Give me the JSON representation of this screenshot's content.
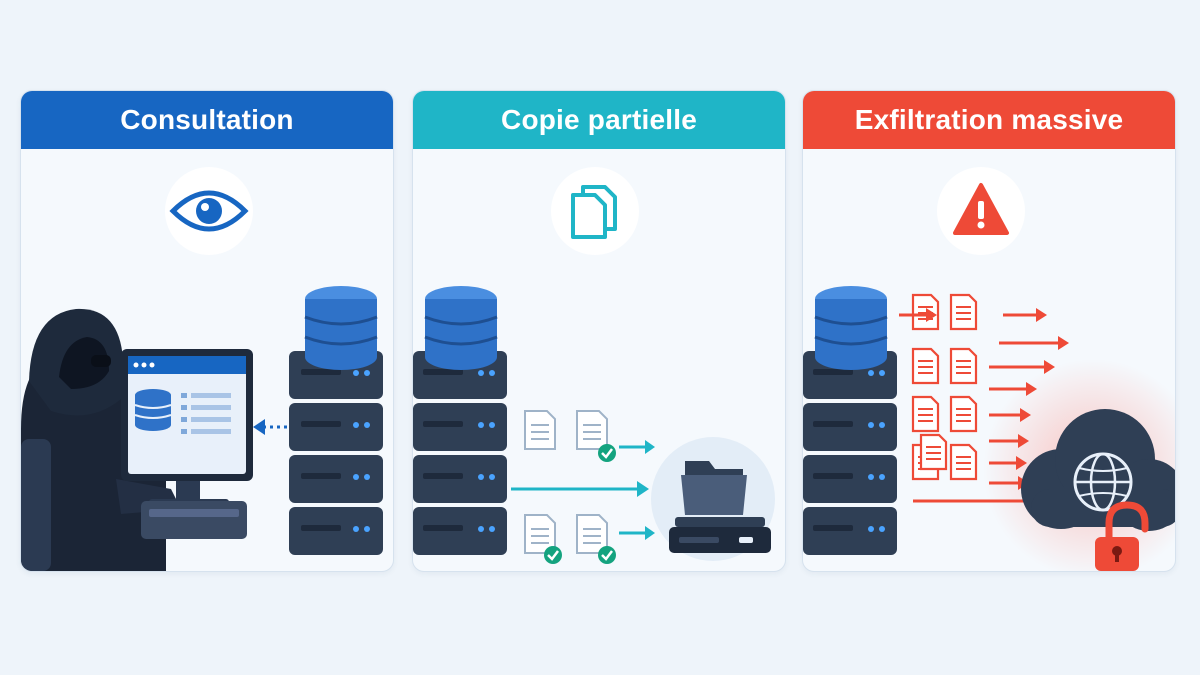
{
  "panels": [
    {
      "title": "Consultation",
      "icon": "eye-icon",
      "color": "#1766c2"
    },
    {
      "title": "Copie partielle",
      "icon": "copy-documents-icon",
      "color": "#1fb5c7"
    },
    {
      "title": "Exfiltration massive",
      "icon": "warning-icon",
      "color": "#ee4a37"
    }
  ],
  "colors": {
    "background": "#eef4fa",
    "server_dark": "#2f3f55",
    "database_blue": "#2f72c8",
    "alert_red": "#ee4a37",
    "copy_teal": "#1fb5c7",
    "check_green": "#14a37f"
  }
}
